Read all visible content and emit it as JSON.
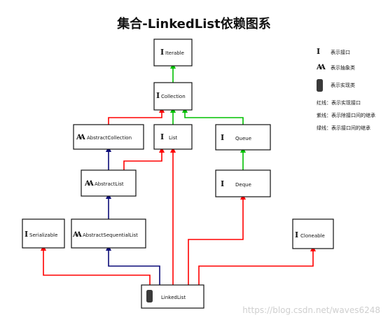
{
  "title": "集合-LinkedList依赖图系",
  "colors": {
    "red": "#ff0000",
    "navy": "#0b0b78",
    "green": "#00c000",
    "box_border": "#111111",
    "class_icon": "#3a3a3a",
    "watermark": "#cfcfcf"
  },
  "legend": {
    "interface_label": "表示接口",
    "abstract_label": "表示抽象类",
    "class_label": "表示实现类",
    "red_line": "红线：表示实现接口",
    "purple_line": "紫线：表示除接口间的继承",
    "green_line": "绿线：表示接口间的继承"
  },
  "nodes": {
    "iterable": {
      "label": "Iterable",
      "kind": "interface",
      "icon": "interface-icon"
    },
    "collection": {
      "label": "Collection",
      "kind": "interface",
      "icon": "interface-icon"
    },
    "abstract_collection": {
      "label": "AbstractCollection",
      "kind": "abstract",
      "icon": "abstract-icon"
    },
    "list": {
      "label": "List",
      "kind": "interface",
      "icon": "interface-icon"
    },
    "queue": {
      "label": "Queue",
      "kind": "interface",
      "icon": "interface-icon"
    },
    "abstract_list": {
      "label": "AbstractList",
      "kind": "abstract",
      "icon": "abstract-icon"
    },
    "deque": {
      "label": "Deque",
      "kind": "interface",
      "icon": "interface-icon"
    },
    "serializable": {
      "label": "Serializable",
      "kind": "interface",
      "icon": "interface-icon"
    },
    "abstract_sequential_list": {
      "label": "AbstractSequentialList",
      "kind": "abstract",
      "icon": "abstract-icon"
    },
    "cloneable": {
      "label": "Cloneable",
      "kind": "interface",
      "icon": "interface-icon"
    },
    "linked_list": {
      "label": "LinkedList",
      "kind": "class",
      "icon": "class-icon"
    }
  },
  "edges": [
    {
      "from": "collection",
      "to": "iterable",
      "color": "green"
    },
    {
      "from": "list",
      "to": "collection",
      "color": "green"
    },
    {
      "from": "queue",
      "to": "collection",
      "color": "green"
    },
    {
      "from": "abstract_collection",
      "to": "collection",
      "color": "red"
    },
    {
      "from": "abstract_list",
      "to": "abstract_collection",
      "color": "navy"
    },
    {
      "from": "abstract_list",
      "to": "list",
      "color": "red"
    },
    {
      "from": "deque",
      "to": "queue",
      "color": "green"
    },
    {
      "from": "abstract_sequential_list",
      "to": "abstract_list",
      "color": "navy"
    },
    {
      "from": "linked_list",
      "to": "serializable",
      "color": "red"
    },
    {
      "from": "linked_list",
      "to": "abstract_sequential_list",
      "color": "navy"
    },
    {
      "from": "linked_list",
      "to": "list",
      "color": "red"
    },
    {
      "from": "linked_list",
      "to": "deque",
      "color": "red"
    },
    {
      "from": "linked_list",
      "to": "cloneable",
      "color": "red"
    }
  ],
  "watermark": "https://blog.csdn.net/waves6248"
}
